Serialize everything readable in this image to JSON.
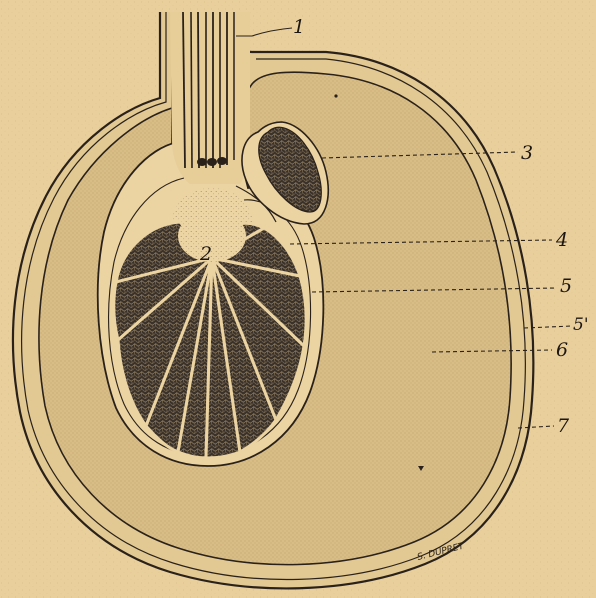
{
  "labels": {
    "l1": "1",
    "l2": "2",
    "l3": "3",
    "l4": "4",
    "l5": "5",
    "l5p": "5'",
    "l6": "6",
    "l7": "7"
  },
  "signature": "S. DUPRET",
  "colors": {
    "paper": "#e9cf9c",
    "cavity_fill": "#dcc089",
    "ink": "#2a221a",
    "lobule_fill": "#3b332b"
  }
}
